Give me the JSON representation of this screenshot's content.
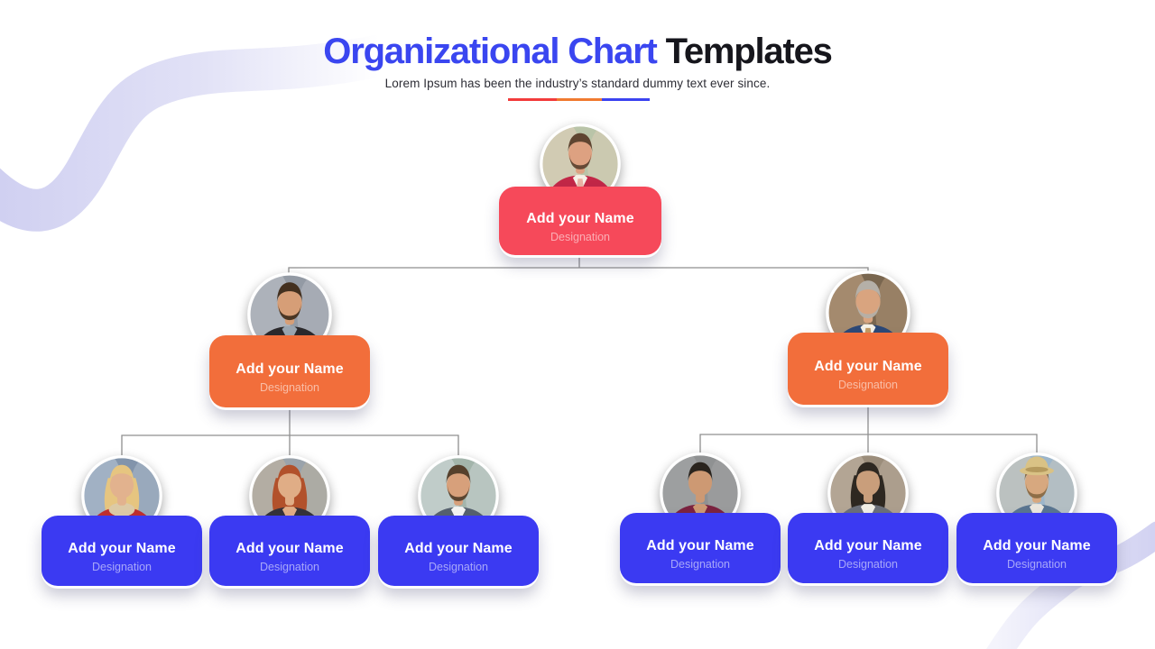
{
  "header": {
    "title_primary": "Organizational Chart",
    "title_secondary": " Templates",
    "title_primary_color": "#3a46f0",
    "title_secondary_color": "#16161c",
    "subtitle": "Lorem Ipsum has been the industry’s standard dummy text ever since.",
    "subtitle_color": "#2e2e36",
    "divider_colors": [
      "#f23b3b",
      "#f07a30",
      "#3b43f0"
    ]
  },
  "decor": {
    "wave_color": "#c9c9ef"
  },
  "org_chart": {
    "connector_color": "#8f8f8f",
    "level_colors": {
      "level1": "#f6495a",
      "level2": "#f26e3b",
      "level3": "#3b3af2"
    },
    "nodes": [
      {
        "id": "n1",
        "level": 1,
        "name": "Add your Name",
        "designation": "Designation",
        "card_color": "#f6495a",
        "avatar": {
          "desc": "man-in-crimson-suit-portrait",
          "bg1": "#b9c4a8",
          "bg2": "#e6d2bc",
          "skin": "#dda181",
          "hair": "#5f4531",
          "top": "#c22747",
          "shirt": "#f6f0e6",
          "tie": "#e9b3a4",
          "beard": true,
          "hairstyle": "short"
        }
      },
      {
        "id": "n2",
        "level": 2,
        "name": "Add your Name",
        "designation": "Designation",
        "card_color": "#f26e3b",
        "avatar": {
          "desc": "bearded-man-black-jacket-city-portrait",
          "bg1": "#939aa4",
          "bg2": "#c2c6cc",
          "skin": "#d69e77",
          "hair": "#43301f",
          "top": "#2b292c",
          "shirt": "#9aa5b0",
          "beard": true,
          "hairstyle": "short"
        }
      },
      {
        "id": "n3",
        "level": 2,
        "name": "Add your Name",
        "designation": "Designation",
        "card_color": "#f26e3b",
        "avatar": {
          "desc": "gray-haired-man-navy-suit-portrait",
          "bg1": "#79664f",
          "bg2": "#c8a888",
          "skin": "#d9a47f",
          "hair": "#b5b0a8",
          "top": "#2c4877",
          "shirt": "#f4f0e6",
          "tie": "#c09a62",
          "beard": true,
          "hairstyle": "short"
        }
      },
      {
        "id": "n4",
        "level": 3,
        "name": "Add your Name",
        "designation": "Designation",
        "card_color": "#3b3af2",
        "avatar": {
          "desc": "blonde-woman-red-coat-beige-scarf-portrait",
          "bg1": "#8294ab",
          "bg2": "#bcc8d8",
          "skin": "#e2b28e",
          "hair": "#e6c580",
          "top": "#bf2e2e",
          "scarf": "#dccaa6",
          "hairstyle": "long"
        }
      },
      {
        "id": "n5",
        "level": 3,
        "name": "Add your Name",
        "designation": "Designation",
        "card_color": "#3b3af2",
        "avatar": {
          "desc": "red-haired-woman-dark-suit-portrait",
          "bg1": "#9aa3ab",
          "bg2": "#c9b69c",
          "skin": "#e0ad86",
          "hair": "#b2512b",
          "top": "#34323a",
          "shirt": "#e0ad86",
          "hairstyle": "long"
        }
      },
      {
        "id": "n6",
        "level": 3,
        "name": "Add your Name",
        "designation": "Designation",
        "card_color": "#3b3af2",
        "avatar": {
          "desc": "smiling-bearded-man-gray-suit-portrait",
          "bg1": "#a3b5ab",
          "bg2": "#d8dee2",
          "skin": "#d7a07b",
          "hair": "#55402c",
          "top": "#56616e",
          "shirt": "#f4f4f2",
          "beard": true,
          "hairstyle": "short"
        }
      },
      {
        "id": "n7",
        "level": 3,
        "name": "Add your Name",
        "designation": "Designation",
        "card_color": "#3b3af2",
        "avatar": {
          "desc": "woman-maroon-blazer-arms-crossed-portrait",
          "bg1": "#8f9192",
          "bg2": "#a9abac",
          "skin": "#cd9973",
          "hair": "#2a241e",
          "top": "#7b2340",
          "shirt": "#cd9973",
          "hairstyle": "updo"
        }
      },
      {
        "id": "n8",
        "level": 3,
        "name": "Add your Name",
        "designation": "Designation",
        "card_color": "#3b3af2",
        "avatar": {
          "desc": "dark-haired-woman-gray-blazer-white-blouse-portrait",
          "bg1": "#9b8d7b",
          "bg2": "#c6baa9",
          "skin": "#c99e7b",
          "hair": "#2e2821",
          "top": "#6b6f78",
          "shirt": "#f1eee5",
          "hairstyle": "long"
        }
      },
      {
        "id": "n9",
        "level": 3,
        "name": "Add your Name",
        "designation": "Designation",
        "card_color": "#3b3af2",
        "avatar": {
          "desc": "man-straw-hat-blue-shirt-outdoor-portrait",
          "bg1": "#9db6ca",
          "bg2": "#d4cab8",
          "skin": "#d7a87f",
          "hair": "#8a6a45",
          "top": "#5a7590",
          "shirt": "#eae6dd",
          "beard": true,
          "hat": "#d9c285",
          "hatband": "#b59a5e",
          "hairstyle": "short"
        }
      }
    ]
  }
}
